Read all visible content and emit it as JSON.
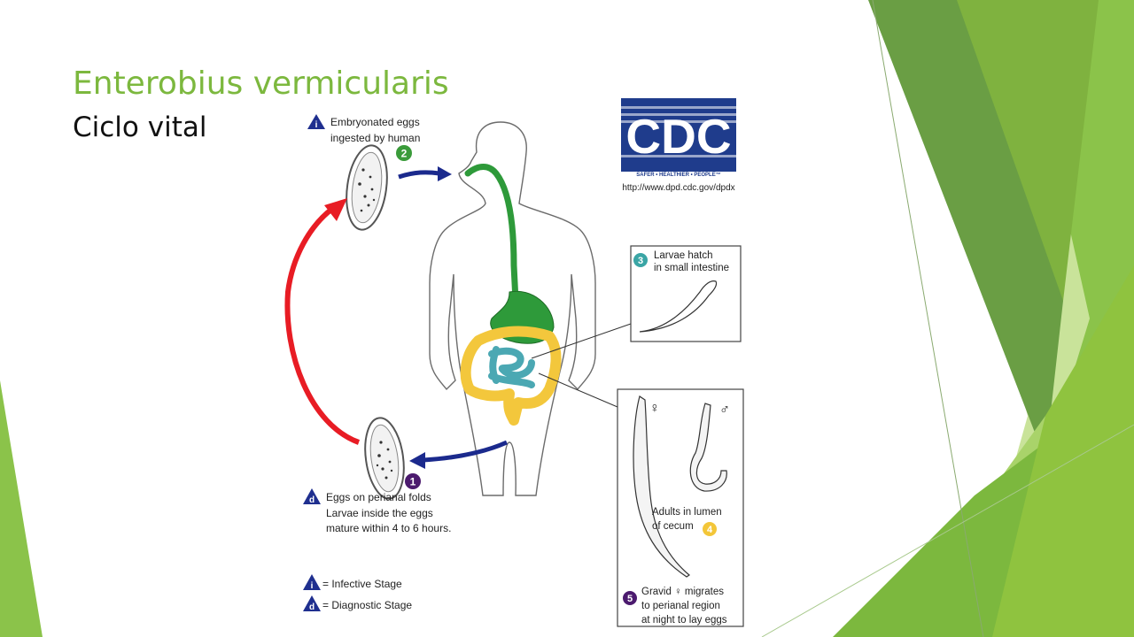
{
  "slide": {
    "title": "Enterobius vermicularis",
    "subtitle": "Ciclo vital"
  },
  "logo": {
    "text": "CDC",
    "tagline": "SAFER • HEALTHIER • PEOPLE™",
    "url": "http://www.dpd.cdc.gov/dpdx"
  },
  "diagram": {
    "stage_i_badge": "i",
    "stage_i_text": [
      "Embryonated eggs",
      "ingested by human"
    ],
    "step2_num": "2",
    "step3_num": "3",
    "step3_text": [
      "Larvae hatch",
      "in small intestine"
    ],
    "step4_num": "4",
    "step4_text": [
      "Adults in lumen",
      "of cecum"
    ],
    "female_symbol": "♀",
    "male_symbol": "♂",
    "step5_num": "5",
    "step5_text": [
      "Gravid ♀ migrates",
      "to perianal region",
      "at night to lay eggs"
    ],
    "step1_num": "1",
    "stage_d_badge": "d",
    "stage_d_text": [
      "Eggs on perianal folds",
      "Larvae inside the eggs",
      "mature within 4 to 6 hours."
    ]
  },
  "legend": {
    "infective_badge": "i",
    "infective_label": "= Infective Stage",
    "diagnostic_badge": "d",
    "diagnostic_label": "= Diagnostic Stage"
  },
  "colors": {
    "title": "#7cb83e",
    "green_light": "#c3de8f",
    "green_mid": "#8bc34a",
    "green_dark": "#5e9a33",
    "badge_navy": "#1f2f8f",
    "badge_purple": "#4b1a6e",
    "badge_green": "#3a9b3a",
    "badge_teal": "#3aa5a5",
    "badge_yellow": "#f3c638",
    "colon_yellow": "#f3c73c",
    "intestine_teal": "#4ba8b3",
    "esophagus_green": "#2e9a3a",
    "arrow_red": "#e81c24",
    "arrow_navy": "#1b2a8d"
  }
}
